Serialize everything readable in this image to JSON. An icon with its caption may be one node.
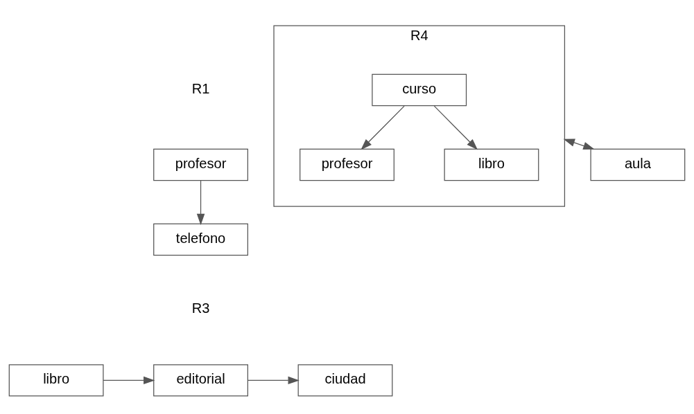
{
  "diagram": {
    "nodes": [
      {
        "text": [
          "profesor"
        ]
      },
      {
        "text": [
          "telefono"
        ]
      },
      {
        "text": [
          "R4"
        ]
      },
      {
        "text": [
          "curso"
        ],
        "in": 2
      },
      {
        "text": [
          "profesor"
        ],
        "in": 2
      },
      {
        "text": [
          "libro"
        ],
        "in": 2
      },
      {
        "text": [
          "aula"
        ]
      },
      {
        "text": [
          "libro"
        ]
      },
      {
        "text": [
          "editorial"
        ]
      },
      {
        "text": [
          "ciudad"
        ]
      }
    ],
    "edges": [
      {
        "from": 0,
        "to": 1,
        "arrow": "to"
      },
      {
        "from": 3,
        "to": 4,
        "arrow": "to"
      },
      {
        "from": 3,
        "to": 5,
        "arrow": "to"
      },
      {
        "from": 2,
        "to": 6,
        "arrow": "both"
      },
      {
        "from": 7,
        "to": 8,
        "arrow": "to"
      },
      {
        "from": 8,
        "to": 9,
        "arrow": "to"
      }
    ],
    "labels": [
      "R1",
      "R3"
    ]
  }
}
